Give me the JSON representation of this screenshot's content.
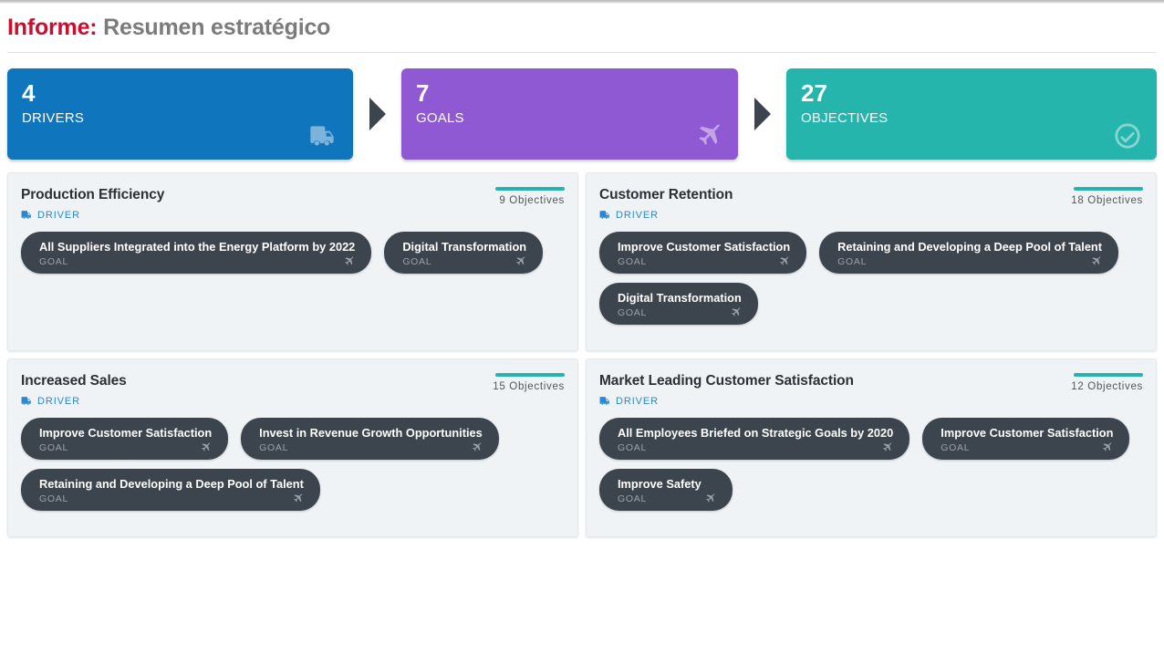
{
  "header": {
    "title_accent": "Informe:",
    "title_rest": "Resumen estratégico"
  },
  "kpis": [
    {
      "value": "4",
      "label": "DRIVERS",
      "icon": "truck-icon",
      "color": "#0f75bd"
    },
    {
      "value": "7",
      "label": "GOALS",
      "icon": "airplane-icon",
      "color": "#9059d4"
    },
    {
      "value": "27",
      "label": "OBJECTIVES",
      "icon": "check-circle-icon",
      "color": "#25b5ad"
    }
  ],
  "cards": [
    {
      "name": "Production Efficiency",
      "kind_label": "DRIVER",
      "kind_icon": "truck-icon",
      "objectives_count": "9 Objectives",
      "accent_color": "#25b5ad",
      "goals": [
        {
          "title": "All Suppliers Integrated into the Energy Platform by 2022",
          "kind": "GOAL",
          "icon": "airplane-icon"
        },
        {
          "title": "Digital Transformation",
          "kind": "GOAL",
          "icon": "airplane-icon"
        }
      ]
    },
    {
      "name": "Customer Retention",
      "kind_label": "DRIVER",
      "kind_icon": "truck-icon",
      "objectives_count": "18 Objectives",
      "accent_color": "#25b5ad",
      "goals": [
        {
          "title": "Improve Customer Satisfaction",
          "kind": "GOAL",
          "icon": "airplane-icon"
        },
        {
          "title": "Retaining and Developing a Deep Pool of Talent",
          "kind": "GOAL",
          "icon": "airplane-icon"
        },
        {
          "title": "Digital Transformation",
          "kind": "GOAL",
          "icon": "airplane-icon"
        }
      ]
    },
    {
      "name": "Increased Sales",
      "kind_label": "DRIVER",
      "kind_icon": "truck-icon",
      "objectives_count": "15 Objectives",
      "accent_color": "#25b5ad",
      "goals": [
        {
          "title": "Improve Customer Satisfaction",
          "kind": "GOAL",
          "icon": "airplane-icon"
        },
        {
          "title": "Invest in Revenue Growth Opportunities",
          "kind": "GOAL",
          "icon": "airplane-icon"
        },
        {
          "title": "Retaining and Developing a Deep Pool of Talent",
          "kind": "GOAL",
          "icon": "airplane-icon"
        }
      ]
    },
    {
      "name": "Market Leading Customer Satisfaction",
      "kind_label": "DRIVER",
      "kind_icon": "truck-icon",
      "objectives_count": "12 Objectives",
      "accent_color": "#25b5ad",
      "goals": [
        {
          "title": "All Employees Briefed on Strategic Goals by 2020",
          "kind": "GOAL",
          "icon": "airplane-icon"
        },
        {
          "title": "Improve Customer Satisfaction",
          "kind": "GOAL",
          "icon": "airplane-icon"
        },
        {
          "title": "Improve Safety",
          "kind": "GOAL",
          "icon": "airplane-icon"
        }
      ]
    }
  ]
}
